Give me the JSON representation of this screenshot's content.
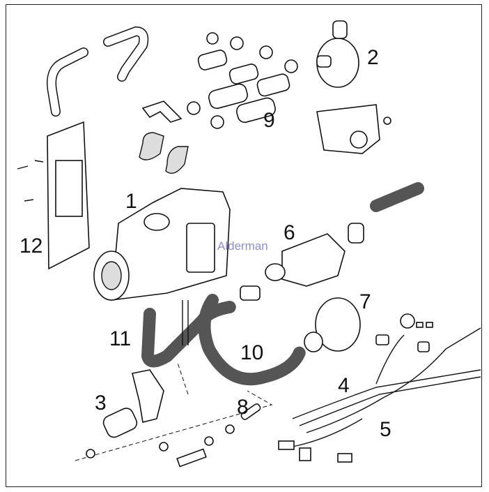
{
  "diagram": {
    "part_labels": [
      "1",
      "2",
      "3",
      "4",
      "5",
      "6",
      "7",
      "8",
      "9",
      "10",
      "11",
      "12"
    ],
    "watermark": "Alderman"
  }
}
